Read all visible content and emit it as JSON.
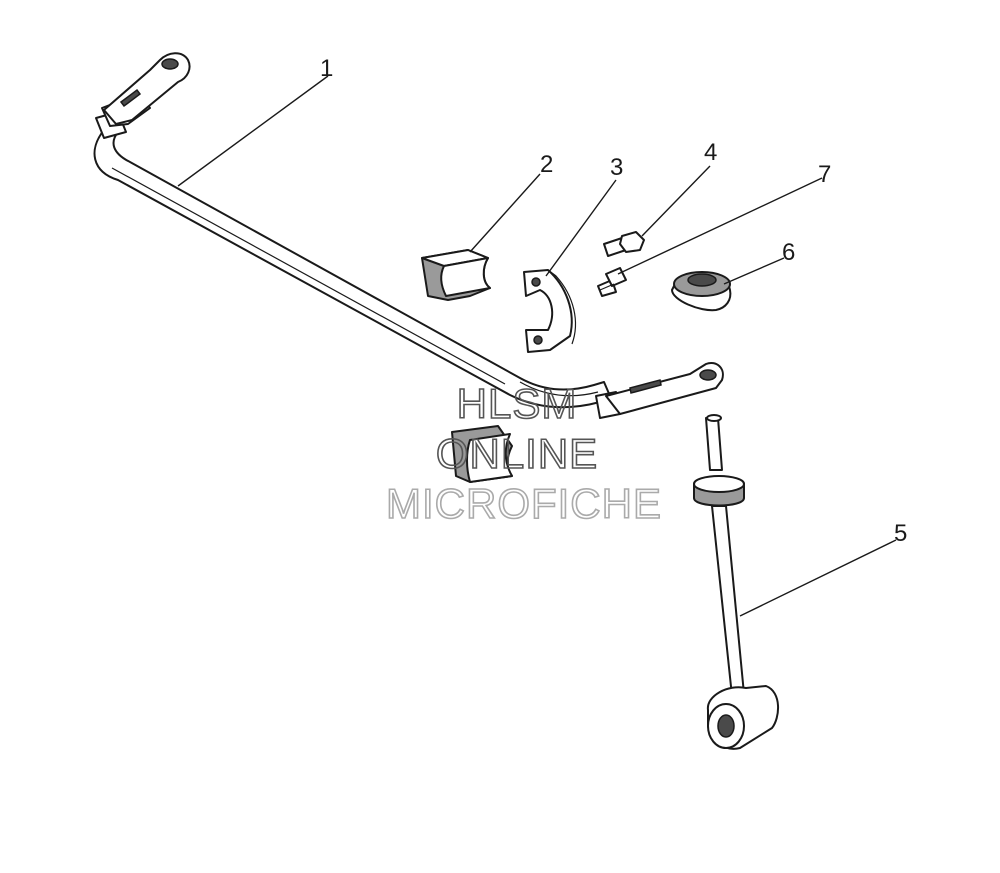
{
  "callouts": [
    {
      "id": "1",
      "label": "1"
    },
    {
      "id": "2",
      "label": "2"
    },
    {
      "id": "3",
      "label": "3"
    },
    {
      "id": "4",
      "label": "4"
    },
    {
      "id": "5",
      "label": "5"
    },
    {
      "id": "6",
      "label": "6"
    },
    {
      "id": "7",
      "label": "7"
    }
  ],
  "watermark": {
    "line1": "HLSM",
    "line2": "ONLINE",
    "line3": "MICROFICHE",
    "colors": {
      "line1": "#555555",
      "line2": "#555555",
      "line3": "#aaaaaa"
    }
  }
}
